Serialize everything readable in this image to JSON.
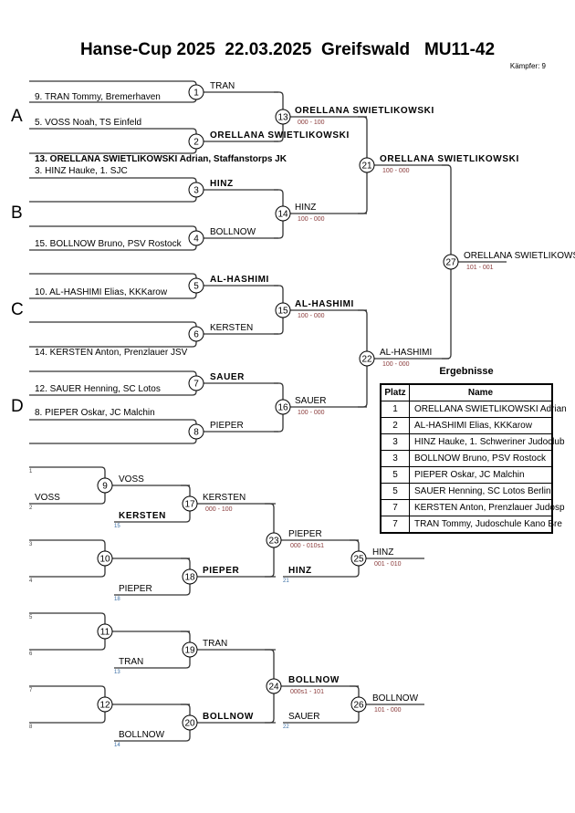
{
  "header": {
    "title": "Hanse-Cup 2025  22.03.2025  Greifswald   MU11-42",
    "fighters": "Kämpfer: 9"
  },
  "pools": [
    "A",
    "B",
    "C",
    "D"
  ],
  "main": {
    "seeds": [
      "9. TRAN Tommy, Bremerhaven",
      "5. VOSS Noah, TS Einfeld",
      "13. ORELLANA SWIETLIKOWSKI Adrian, Staffanstorps JK",
      "3. HINZ Hauke, 1. SJC",
      "15. BOLLNOW Bruno, PSV Rostock",
      "10. AL-HASHIMI Elias, KKKarow",
      "14. KERSTEN Anton, Prenzlauer JSV",
      "12. SAUER Henning, SC Lotos",
      "8. PIEPER Oskar, JC Malchin"
    ],
    "round1": [
      "TRAN",
      "ORELLANA SWIETLIKOWSKI",
      "HINZ",
      "BOLLNOW",
      "AL-HASHIMI",
      "KERSTEN",
      "SAUER",
      "PIEPER"
    ],
    "round2": [
      {
        "name": "ORELLANA SWIETLIKOWSKI",
        "score": "000 - 100"
      },
      {
        "name": "HINZ",
        "score": "100 - 000"
      },
      {
        "name": "AL-HASHIMI",
        "score": "100 - 000"
      },
      {
        "name": "SAUER",
        "score": "100 - 000"
      }
    ],
    "round3": [
      {
        "name": "ORELLANA SWIETLIKOWSKI",
        "score": "100 - 000"
      },
      {
        "name": "AL-HASHIMI",
        "score": "100 - 000"
      }
    ],
    "final": {
      "name": "ORELLANA SWIETLIKOWSKI",
      "score": "101 - 001"
    }
  },
  "match_numbers": [
    "1",
    "2",
    "3",
    "4",
    "5",
    "6",
    "7",
    "8",
    "13",
    "14",
    "15",
    "16",
    "21",
    "22",
    "27",
    "9",
    "10",
    "11",
    "12",
    "17",
    "18",
    "19",
    "20",
    "23",
    "24",
    "25",
    "26"
  ],
  "repechage": {
    "slot_numbers": [
      "1",
      "2",
      "3",
      "4",
      "5",
      "6",
      "7",
      "8"
    ],
    "seed_label": "VOSS",
    "round1": [
      "VOSS"
    ],
    "entries": [
      {
        "name": "KERSTEN",
        "ref": "15"
      },
      {
        "name": "PIEPER",
        "ref": "18"
      },
      {
        "name": "TRAN",
        "ref": "13"
      },
      {
        "name": "BOLLNOW",
        "ref": "14"
      }
    ],
    "round2": [
      {
        "name": "KERSTEN",
        "score": "000 - 100"
      },
      {
        "name": "PIEPER"
      },
      {
        "name": "TRAN"
      },
      {
        "name": "BOLLNOW"
      }
    ],
    "round3": [
      {
        "name": "PIEPER",
        "score": "000 - 010s1",
        "opponent": "HINZ",
        "opponent_ref": "21"
      },
      {
        "name": "BOLLNOW",
        "score": "000s1 - 101",
        "opponent": "SAUER",
        "opponent_ref": "22"
      }
    ],
    "bronze": [
      {
        "name": "HINZ",
        "score": "001 - 010"
      },
      {
        "name": "BOLLNOW",
        "score": "101 - 000"
      }
    ]
  },
  "results": {
    "title": "Ergebnisse",
    "headers": [
      "Platz",
      "Name"
    ],
    "rows": [
      {
        "place": "1",
        "name": "ORELLANA SWIETLIKOWSKI Adrian"
      },
      {
        "place": "2",
        "name": "AL-HASHIMI Elias, KKKarow"
      },
      {
        "place": "3",
        "name": "HINZ Hauke, 1. Schweriner Judoclub"
      },
      {
        "place": "3",
        "name": "BOLLNOW Bruno, PSV Rostock"
      },
      {
        "place": "5",
        "name": "PIEPER Oskar, JC Malchin"
      },
      {
        "place": "5",
        "name": "SAUER Henning, SC Lotos Berlin"
      },
      {
        "place": "7",
        "name": "KERSTEN Anton, Prenzlauer Judosp"
      },
      {
        "place": "7",
        "name": "TRAN Tommy, Judoschule Kano Bre"
      }
    ]
  },
  "colors": {
    "line": "#333333",
    "score": "#8a3a3a",
    "ref": "#3a6ea5"
  }
}
